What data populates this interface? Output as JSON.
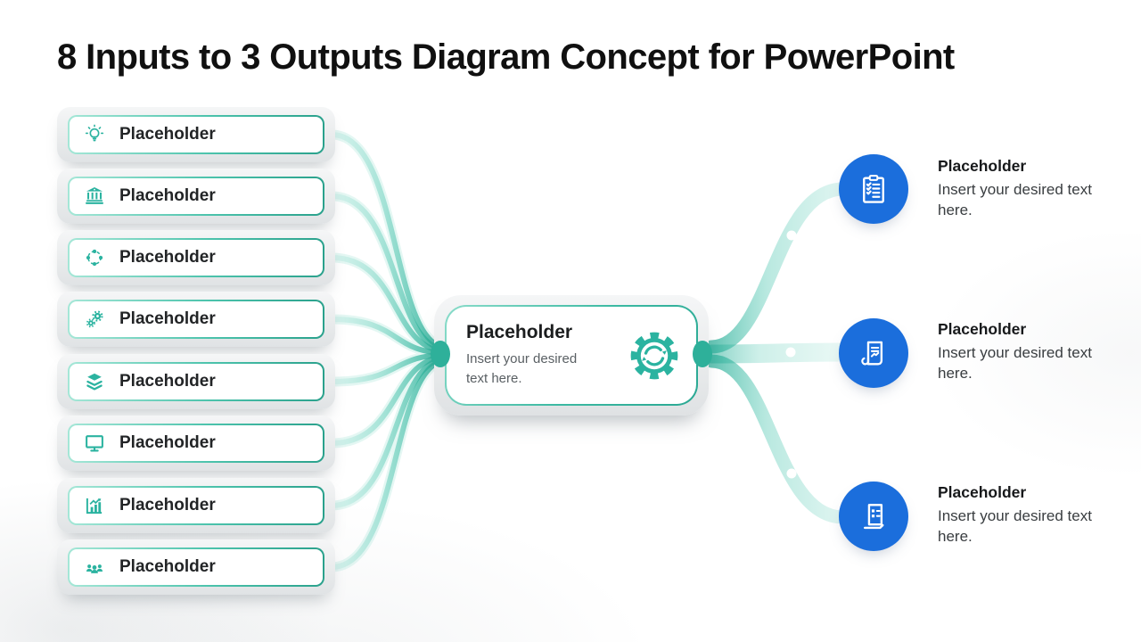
{
  "title": "8 Inputs to 3 Outputs Diagram Concept for PowerPoint",
  "inputs": [
    {
      "label": "Placeholder",
      "icon": "lightbulb-icon"
    },
    {
      "label": "Placeholder",
      "icon": "bank-icon"
    },
    {
      "label": "Placeholder",
      "icon": "target-dots-icon"
    },
    {
      "label": "Placeholder",
      "icon": "gears-icon"
    },
    {
      "label": "Placeholder",
      "icon": "layers-icon"
    },
    {
      "label": "Placeholder",
      "icon": "monitor-icon"
    },
    {
      "label": "Placeholder",
      "icon": "growth-chart-icon"
    },
    {
      "label": "Placeholder",
      "icon": "team-icon"
    }
  ],
  "center": {
    "title": "Placeholder",
    "body": "Insert your desired text here.",
    "icon": "gear-sync-icon"
  },
  "outputs": [
    {
      "title": "Placeholder",
      "body": "Insert your desired text here.",
      "icon": "clipboard-checklist-icon"
    },
    {
      "title": "Placeholder",
      "body": "Insert your desired text here.",
      "icon": "report-scroll-icon"
    },
    {
      "title": "Placeholder",
      "body": "Insert your desired text here.",
      "icon": "form-document-icon"
    }
  ],
  "colors": {
    "teal": "#2bb3a0",
    "teal_dark": "#2aa18c",
    "teal_light": "#a5e7d7",
    "blue": "#1b6edc",
    "title_text": "#101010",
    "body_text": "#393d40"
  }
}
